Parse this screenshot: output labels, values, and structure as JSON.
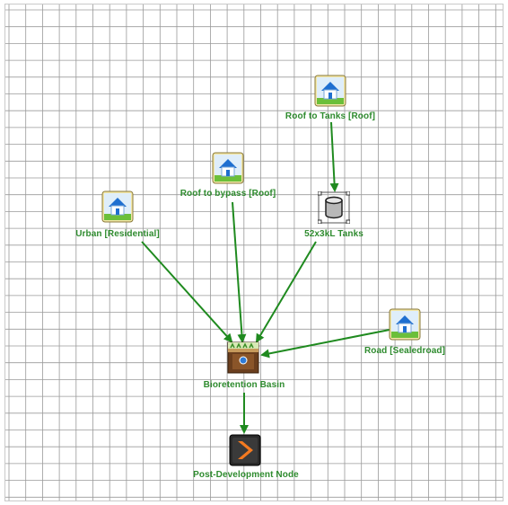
{
  "colors": {
    "grid": "#9a9a9a",
    "arrow": "#1f8a1f",
    "label": "#2e8b2e",
    "selection_handle": "#333333"
  },
  "nodes": {
    "roof_to_tanks": {
      "label": "Roof to Tanks [Roof]",
      "icon": "house-icon"
    },
    "roof_to_bypass": {
      "label": "Roof to bypass [Roof]",
      "icon": "house-icon"
    },
    "urban": {
      "label": "Urban [Residential]",
      "icon": "house-icon"
    },
    "tanks": {
      "label": "52x3kL Tanks",
      "icon": "tank-icon"
    },
    "road": {
      "label": "Road [Sealedroad]",
      "icon": "house-icon"
    },
    "bioretention": {
      "label": "Bioretention Basin",
      "icon": "bioretention-icon"
    },
    "post_dev": {
      "label": "Post-Development Node",
      "icon": "node-arrow-icon"
    }
  }
}
